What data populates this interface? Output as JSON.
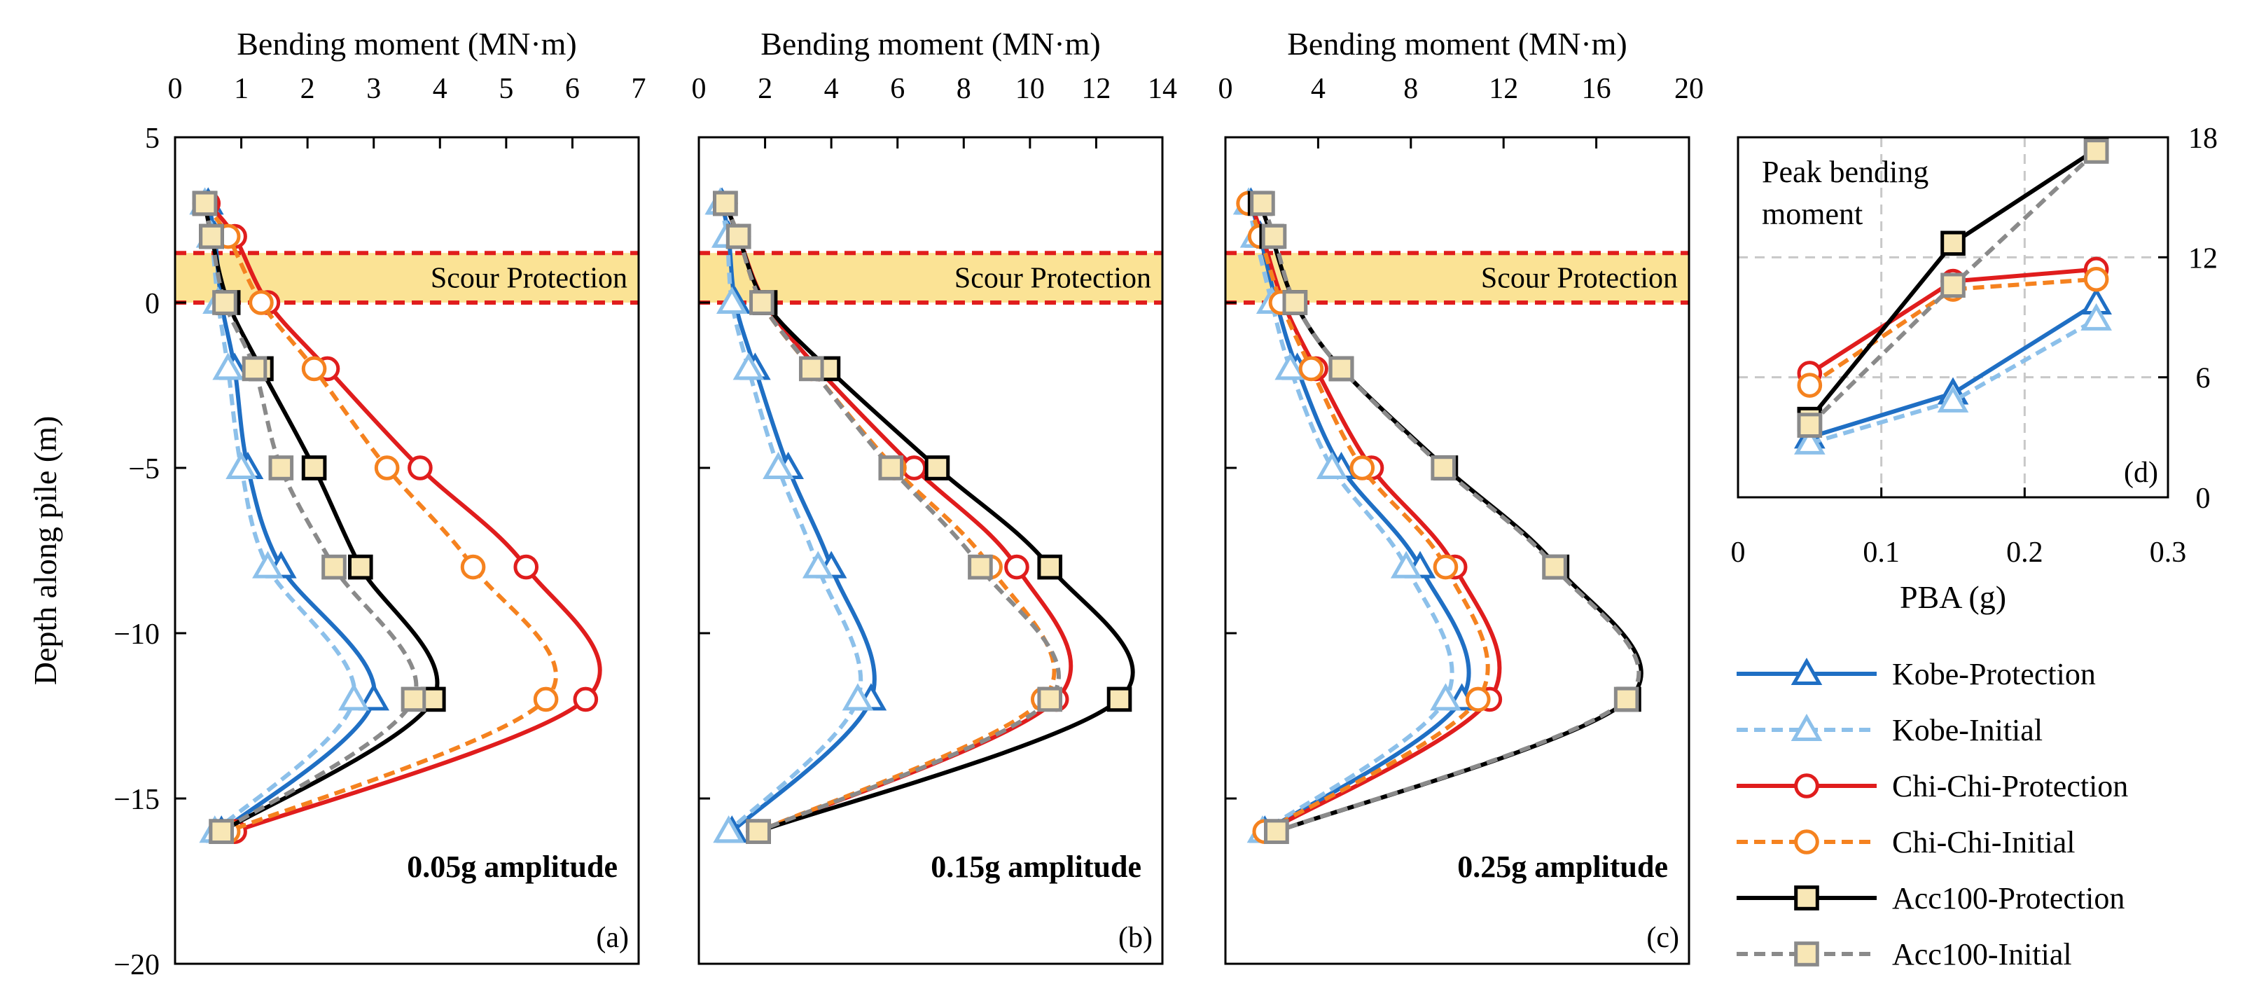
{
  "chart_data": [
    {
      "panel": "(a)",
      "type": "line",
      "xlabel": "Bending moment (MN·m)",
      "ylabel": "Depth along pile (m)",
      "xlim": [
        0,
        7
      ],
      "ylim": [
        -20,
        5
      ],
      "xticks": [
        0,
        1,
        2,
        3,
        4,
        5,
        6,
        7
      ],
      "yticks": [
        5,
        0,
        -5,
        -10,
        -15,
        -20
      ],
      "x_axis_position": "top",
      "zone_label": "Scour Protection",
      "zone_range": [
        0,
        1.5
      ],
      "amplitude_label": "0.05g amplitude",
      "series": [
        {
          "name": "Kobe-Protection",
          "x": [
            0.5,
            0.6,
            0.7,
            0.9,
            1.1,
            1.6,
            3.0,
            0.7
          ],
          "y": [
            3,
            2,
            0,
            -2,
            -5,
            -8,
            -12,
            -16
          ]
        },
        {
          "name": "Kobe-Initial",
          "x": [
            0.45,
            0.55,
            0.65,
            0.8,
            1.0,
            1.4,
            2.7,
            0.6
          ],
          "y": [
            3,
            2,
            0,
            -2,
            -5,
            -8,
            -12,
            -16
          ]
        },
        {
          "name": "Chi-Chi-Protection",
          "x": [
            0.5,
            0.9,
            1.4,
            2.3,
            3.7,
            5.3,
            6.2,
            0.9
          ],
          "y": [
            3,
            2,
            0,
            -2,
            -5,
            -8,
            -12,
            -16
          ]
        },
        {
          "name": "Chi-Chi-Initial",
          "x": [
            0.45,
            0.8,
            1.3,
            2.1,
            3.2,
            4.5,
            5.6,
            0.8
          ],
          "y": [
            3,
            2,
            0,
            -2,
            -5,
            -8,
            -12,
            -16
          ]
        },
        {
          "name": "Acc100-Protection",
          "x": [
            0.45,
            0.55,
            0.8,
            1.3,
            2.1,
            2.8,
            3.9,
            0.7
          ],
          "y": [
            3,
            2,
            0,
            -2,
            -5,
            -8,
            -12,
            -16
          ]
        },
        {
          "name": "Acc100-Initial",
          "x": [
            0.45,
            0.55,
            0.75,
            1.2,
            1.6,
            2.4,
            3.6,
            0.7
          ],
          "y": [
            3,
            2,
            0,
            -2,
            -5,
            -8,
            -12,
            -16
          ]
        }
      ]
    },
    {
      "panel": "(b)",
      "type": "line",
      "xlabel": "Bending moment (MN·m)",
      "ylim": [
        -20,
        5
      ],
      "xlim": [
        0,
        14
      ],
      "xticks": [
        0,
        2,
        4,
        6,
        8,
        10,
        12,
        14
      ],
      "x_axis_position": "top",
      "zone_label": "Scour Protection",
      "zone_range": [
        0,
        1.5
      ],
      "amplitude_label": "0.15g amplitude",
      "series": [
        {
          "name": "Kobe-Protection",
          "x": [
            0.7,
            0.9,
            1.1,
            1.7,
            2.7,
            4.0,
            5.2,
            1.0
          ],
          "y": [
            3,
            2,
            0,
            -2,
            -5,
            -8,
            -12,
            -16
          ]
        },
        {
          "name": "Kobe-Initial",
          "x": [
            0.65,
            0.85,
            1.0,
            1.5,
            2.4,
            3.6,
            4.8,
            0.9
          ],
          "y": [
            3,
            2,
            0,
            -2,
            -5,
            -8,
            -12,
            -16
          ]
        },
        {
          "name": "Chi-Chi-Protection",
          "x": [
            0.8,
            1.2,
            2.0,
            3.6,
            6.5,
            9.6,
            10.8,
            1.8
          ],
          "y": [
            3,
            2,
            0,
            -2,
            -5,
            -8,
            -12,
            -16
          ]
        },
        {
          "name": "Chi-Chi-Initial",
          "x": [
            0.8,
            1.2,
            1.9,
            3.4,
            5.9,
            8.8,
            10.4,
            1.8
          ],
          "y": [
            3,
            2,
            0,
            -2,
            -5,
            -8,
            -12,
            -16
          ]
        },
        {
          "name": "Acc100-Protection",
          "x": [
            0.8,
            1.2,
            2.0,
            3.9,
            7.2,
            10.6,
            12.7,
            1.8
          ],
          "y": [
            3,
            2,
            0,
            -2,
            -5,
            -8,
            -12,
            -16
          ]
        },
        {
          "name": "Acc100-Initial",
          "x": [
            0.8,
            1.2,
            1.9,
            3.4,
            5.8,
            8.5,
            10.6,
            1.8
          ],
          "y": [
            3,
            2,
            0,
            -2,
            -5,
            -8,
            -12,
            -16
          ]
        }
      ]
    },
    {
      "panel": "(c)",
      "type": "line",
      "xlabel": "Bending moment (MN·m)",
      "ylim": [
        -20,
        5
      ],
      "xlim": [
        0,
        20
      ],
      "xticks": [
        0,
        4,
        8,
        12,
        16,
        20
      ],
      "x_axis_position": "top",
      "zone_label": "Scour Protection",
      "zone_range": [
        0,
        1.5
      ],
      "amplitude_label": "0.25g amplitude",
      "series": [
        {
          "name": "Kobe-Protection",
          "x": [
            1.1,
            1.5,
            2.2,
            3.1,
            5.0,
            8.4,
            10.2,
            1.7
          ],
          "y": [
            3,
            2,
            0,
            -2,
            -5,
            -8,
            -12,
            -16
          ]
        },
        {
          "name": "Kobe-Initial",
          "x": [
            1.0,
            1.3,
            2.0,
            2.8,
            4.6,
            7.8,
            9.5,
            1.6
          ],
          "y": [
            3,
            2,
            0,
            -2,
            -5,
            -8,
            -12,
            -16
          ]
        },
        {
          "name": "Chi-Chi-Protection",
          "x": [
            1.1,
            1.6,
            2.5,
            3.9,
            6.3,
            9.9,
            11.4,
            1.8
          ],
          "y": [
            3,
            2,
            0,
            -2,
            -5,
            -8,
            -12,
            -16
          ]
        },
        {
          "name": "Chi-Chi-Initial",
          "x": [
            1.0,
            1.5,
            2.4,
            3.7,
            5.9,
            9.5,
            10.9,
            1.7
          ],
          "y": [
            3,
            2,
            0,
            -2,
            -5,
            -8,
            -12,
            -16
          ]
        },
        {
          "name": "Acc100-Protection",
          "x": [
            1.5,
            2.0,
            3.0,
            5.0,
            9.5,
            14.3,
            17.4,
            2.2
          ],
          "y": [
            3,
            2,
            0,
            -2,
            -5,
            -8,
            -12,
            -16
          ]
        },
        {
          "name": "Acc100-Initial",
          "x": [
            1.6,
            2.1,
            3.0,
            5.0,
            9.4,
            14.2,
            17.3,
            2.2
          ],
          "y": [
            3,
            2,
            0,
            -2,
            -5,
            -8,
            -12,
            -16
          ]
        }
      ]
    },
    {
      "panel": "(d)",
      "type": "line",
      "title": "Peak bending moment",
      "xlabel": "PBA (g)",
      "xlim": [
        0,
        0.3
      ],
      "ylim": [
        0,
        18
      ],
      "xticks": [
        0,
        0.1,
        0.2,
        0.3
      ],
      "xtick_labels": [
        "0",
        "0.1",
        "0.2",
        "0.3"
      ],
      "yticks": [
        0,
        6,
        12,
        18
      ],
      "y_axis_position": "right",
      "grid": true,
      "series": [
        {
          "name": "Kobe-Protection",
          "x": [
            0.05,
            0.15,
            0.25
          ],
          "y": [
            3.0,
            5.2,
            9.7
          ]
        },
        {
          "name": "Kobe-Initial",
          "x": [
            0.05,
            0.15,
            0.25
          ],
          "y": [
            2.7,
            4.8,
            8.9
          ]
        },
        {
          "name": "Chi-Chi-Protection",
          "x": [
            0.05,
            0.15,
            0.25
          ],
          "y": [
            6.2,
            10.8,
            11.4
          ]
        },
        {
          "name": "Chi-Chi-Initial",
          "x": [
            0.05,
            0.15,
            0.25
          ],
          "y": [
            5.6,
            10.4,
            10.9
          ]
        },
        {
          "name": "Acc100-Protection",
          "x": [
            0.05,
            0.15,
            0.25
          ],
          "y": [
            3.9,
            12.7,
            17.4
          ]
        },
        {
          "name": "Acc100-Initial",
          "x": [
            0.05,
            0.15,
            0.25
          ],
          "y": [
            3.6,
            10.6,
            17.3
          ]
        }
      ]
    }
  ],
  "legend": {
    "placement": "bottom-right",
    "entries": [
      "Kobe-Protection",
      "Kobe-Initial",
      "Chi-Chi-Protection",
      "Chi-Chi-Initial",
      "Acc100-Protection",
      "Acc100-Initial"
    ]
  },
  "styles": {
    "Kobe-Protection": {
      "color": "#1f6fc4",
      "dash": false,
      "marker": "triangle",
      "fill": "#ffffff"
    },
    "Kobe-Initial": {
      "color": "#8cc0ea",
      "dash": true,
      "marker": "triangle",
      "fill": "#ffffff"
    },
    "Chi-Chi-Protection": {
      "color": "#e01d1d",
      "dash": false,
      "marker": "circle",
      "fill": "#ffffff"
    },
    "Chi-Chi-Initial": {
      "color": "#f5821f",
      "dash": true,
      "marker": "circle",
      "fill": "#ffffff"
    },
    "Acc100-Protection": {
      "color": "#000000",
      "dash": false,
      "marker": "square",
      "fill": "#f8e7b6"
    },
    "Acc100-Initial": {
      "color": "#8a8a8a",
      "dash": true,
      "marker": "square",
      "fill": "#f8e7b6"
    }
  },
  "zone_style": {
    "fill": "#fbe08a",
    "border": "#e01d1d"
  },
  "amplitude_color": "#e01d1d"
}
